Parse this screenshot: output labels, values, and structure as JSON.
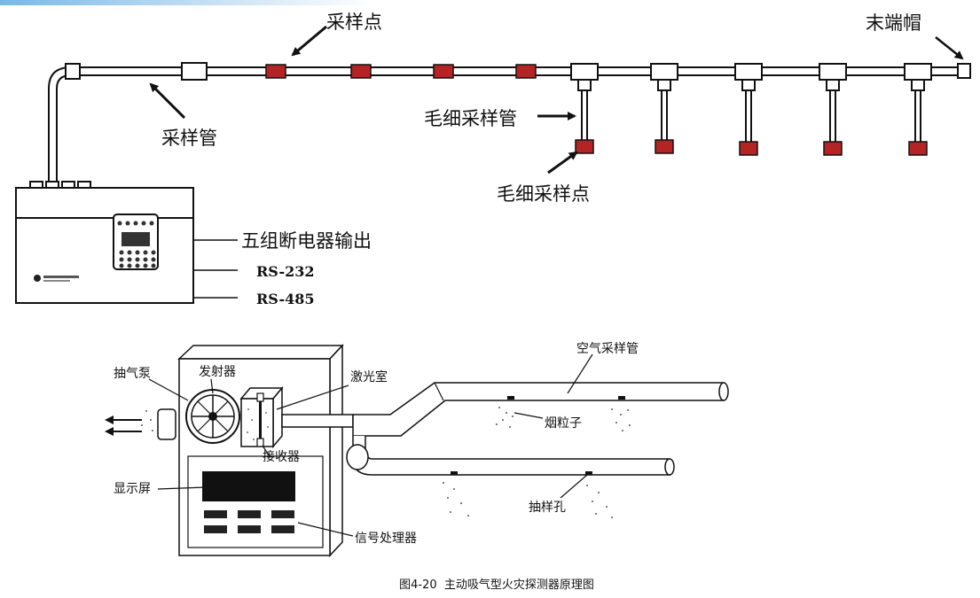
{
  "top_diagram": {
    "sampling_point_label": "采样点",
    "end_cap_label": "末端帽",
    "sampling_pipe_label": "采样管",
    "capillary_pipe_label": "毛细采样管",
    "capillary_point_label": "毛细采样点",
    "relay_output_label": "五组断电器输出",
    "rs232_label": "RS-232",
    "rs485_label": "RS-485"
  },
  "bottom_diagram": {
    "pump_label": "抽气泵",
    "emitter_label": "发射器",
    "laser_chamber_label": "激光室",
    "receiver_label": "接收器",
    "display_label": "显示屏",
    "air_pipe_label": "空气采样管",
    "smoke_label": "烟粒子",
    "hole_label": "抽样孔",
    "processor_label": "信号处理器"
  },
  "caption": "图4-20  主动吸气型火灾探测器原理图",
  "colors": {
    "accent_bar": "#79b8e6",
    "sampling_point": "#b52424",
    "line": "#111111"
  }
}
